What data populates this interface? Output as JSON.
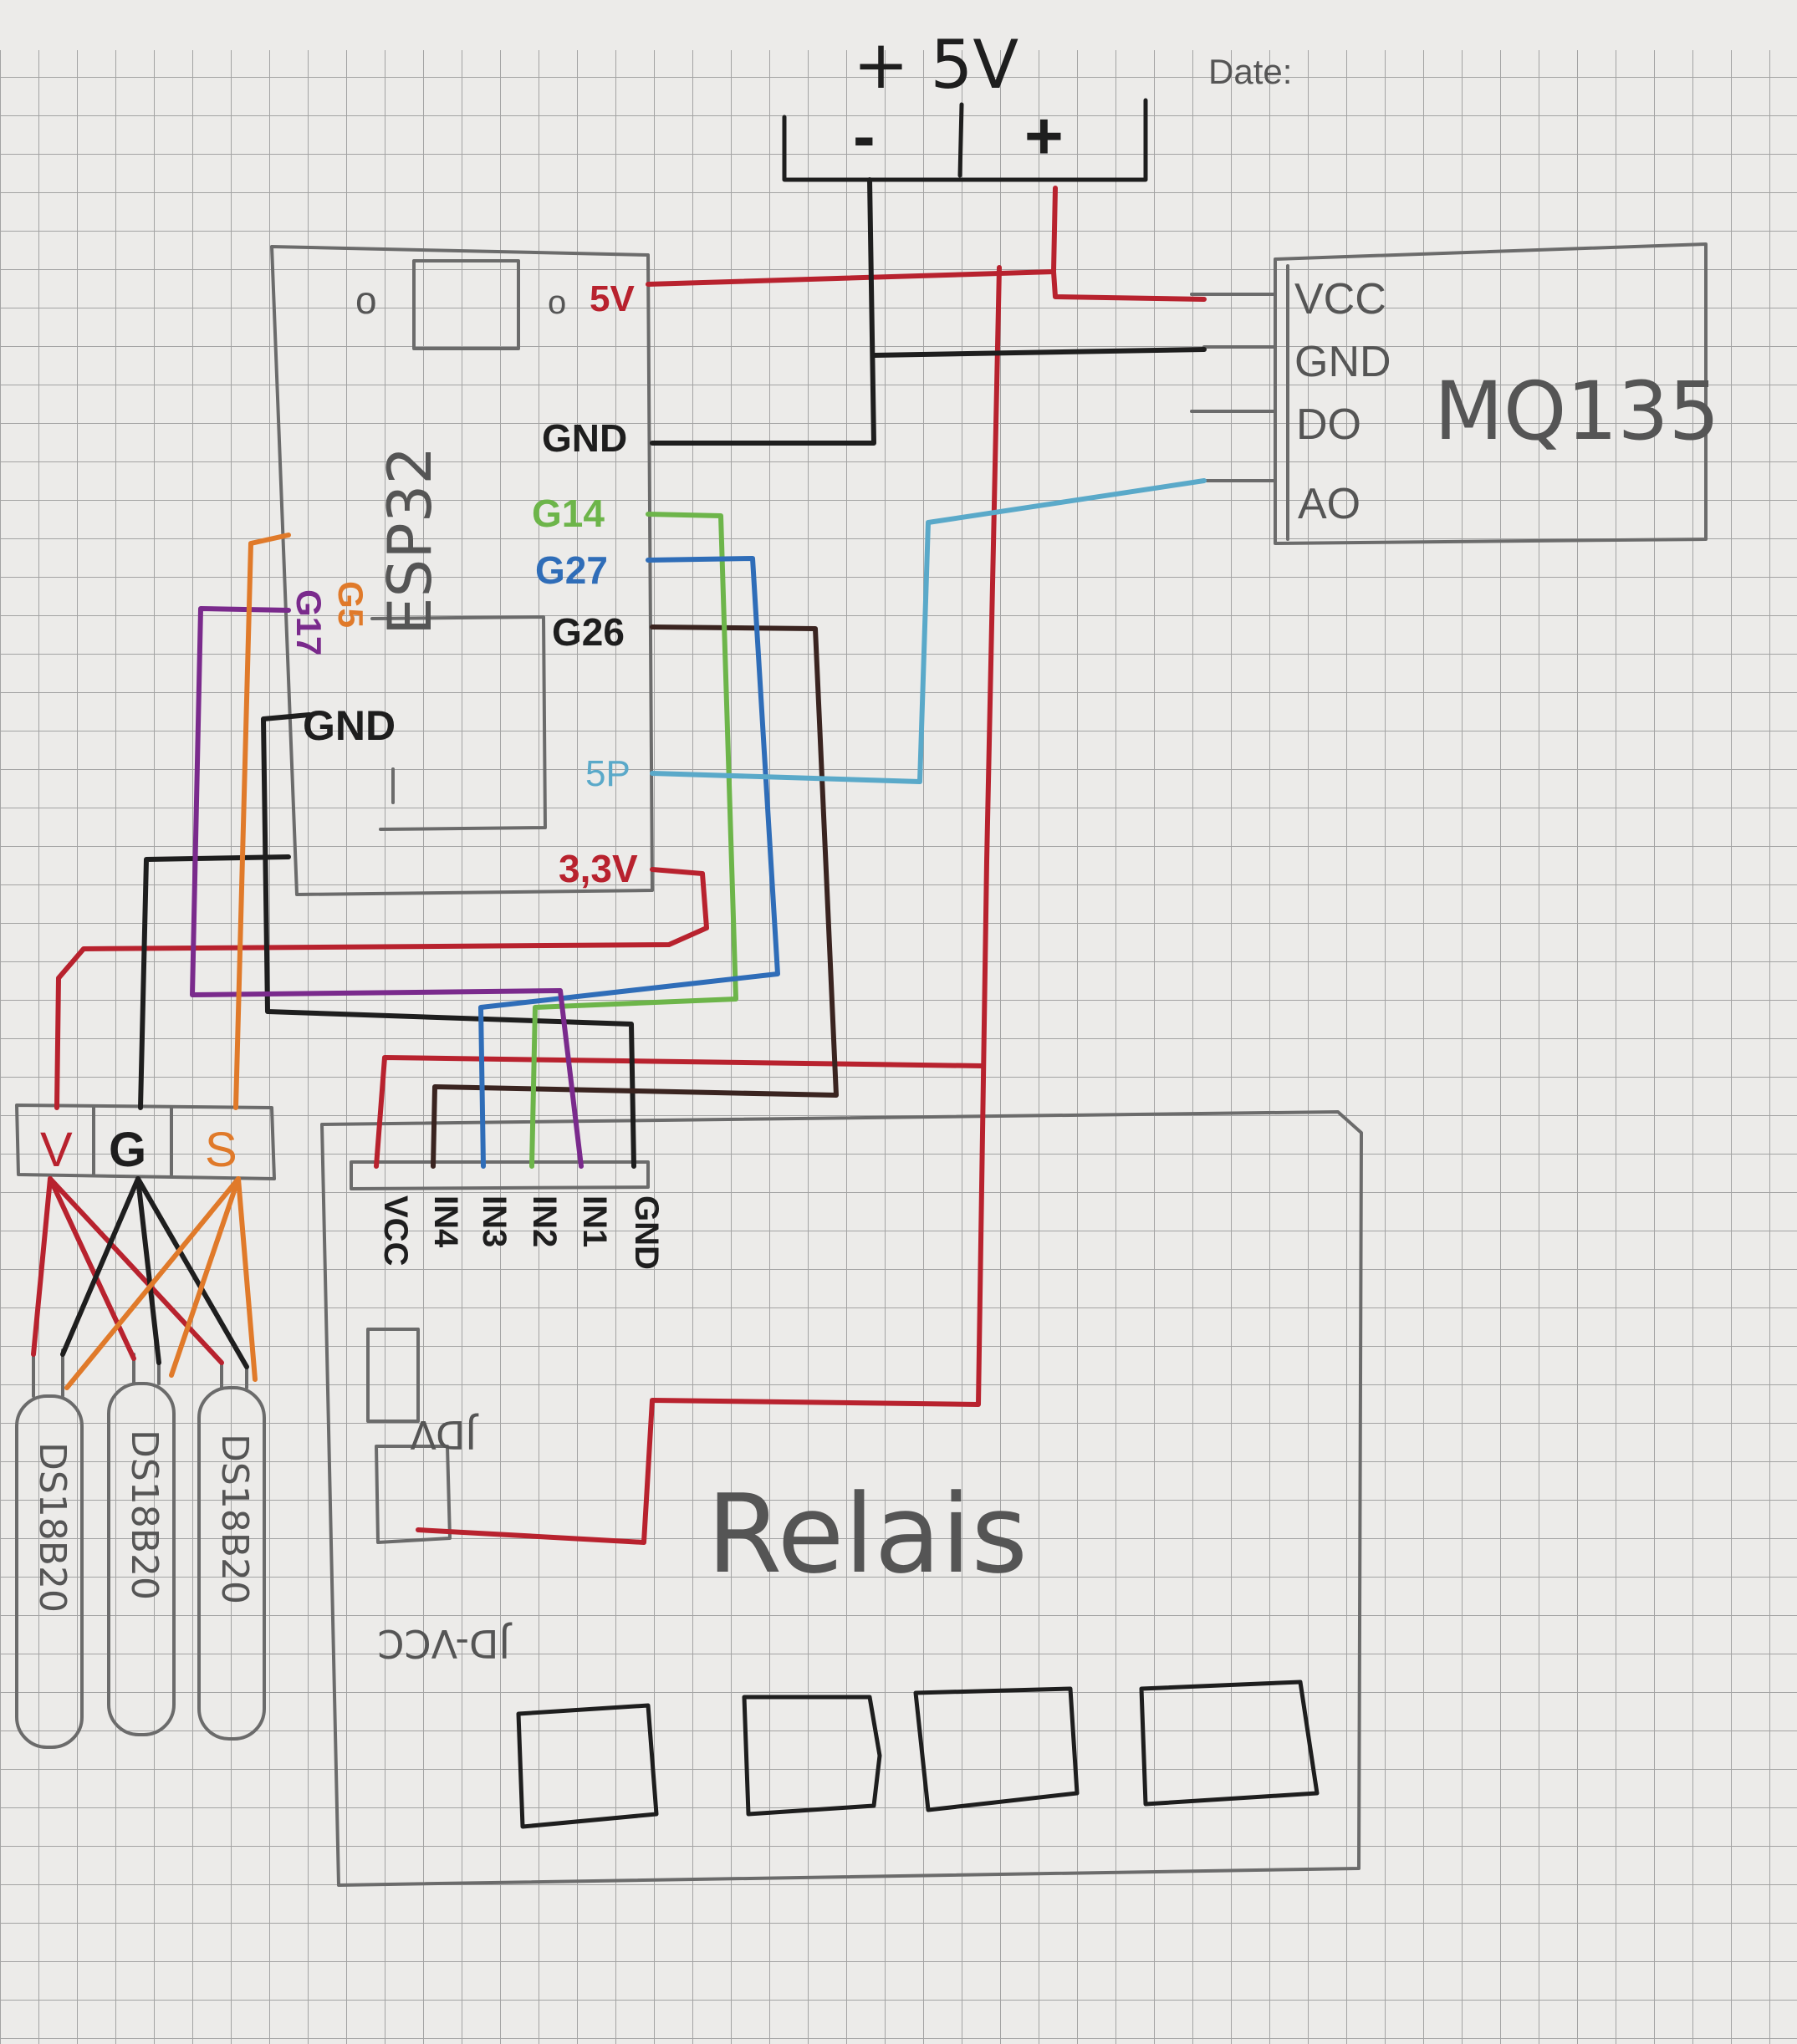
{
  "header": {
    "date_label": "Date:",
    "supply_title": "+ 5V"
  },
  "supply": {
    "minus": "-",
    "plus": "+"
  },
  "esp32": {
    "name": "ESP32",
    "pins_right": [
      "5V",
      "GND",
      "G14",
      "G27",
      "G26",
      "5P",
      "3,3V"
    ],
    "pins_left": [
      "G5",
      "G17",
      "GND"
    ],
    "hole_marks": [
      "o",
      "o"
    ]
  },
  "mq135": {
    "name": "MQ135",
    "pins": [
      "VCC",
      "GND",
      "DO",
      "AO"
    ]
  },
  "sensor_header": {
    "pins": [
      "V",
      "G",
      "S"
    ]
  },
  "sensors": [
    "DS18B20",
    "DS18B20",
    "DS18B20"
  ],
  "relay": {
    "name": "Relais",
    "pins": [
      "VCC",
      "IN4",
      "IN3",
      "IN2",
      "IN1",
      "GND"
    ],
    "jumper_label": "JDV",
    "jd_label": "JD-VCC"
  },
  "colors": {
    "paper": "#ecebe9",
    "grid": "#a3a3a3",
    "red": "#b8222e",
    "black": "#1e1e1e",
    "green": "#6db54a",
    "blue": "#2f6db8",
    "cyan": "#5aa9c9",
    "orange": "#e07a2a",
    "purple": "#7a2a8c",
    "brown": "#3a2420",
    "pencil": "#6b6b6b"
  }
}
